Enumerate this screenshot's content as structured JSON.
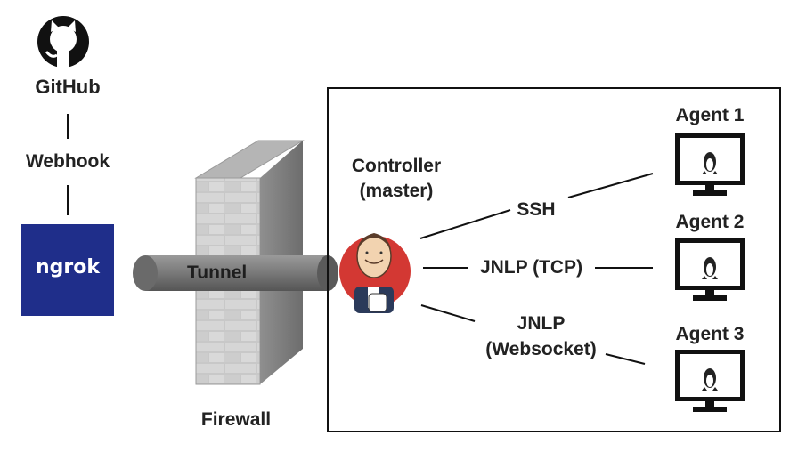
{
  "github": {
    "label": "GitHub",
    "icon": "github-octocat-icon"
  },
  "webhook": {
    "label": "Webhook"
  },
  "ngrok": {
    "label": "ngrok",
    "color": "#1f2e8a"
  },
  "tunnel": {
    "label": "Tunnel"
  },
  "firewall": {
    "label": "Firewall"
  },
  "controller": {
    "line1": "Controller",
    "line2": "(master)",
    "icon": "jenkins-butler-icon"
  },
  "connections": {
    "ssh": "SSH",
    "jnlp_tcp": "JNLP (TCP)",
    "jnlp_ws_line1": "JNLP",
    "jnlp_ws_line2": "(Websocket)"
  },
  "agents": [
    {
      "label": "Agent 1",
      "icon": "linux-monitor-icon"
    },
    {
      "label": "Agent 2",
      "icon": "linux-monitor-icon"
    },
    {
      "label": "Agent 3",
      "icon": "linux-monitor-icon"
    }
  ]
}
